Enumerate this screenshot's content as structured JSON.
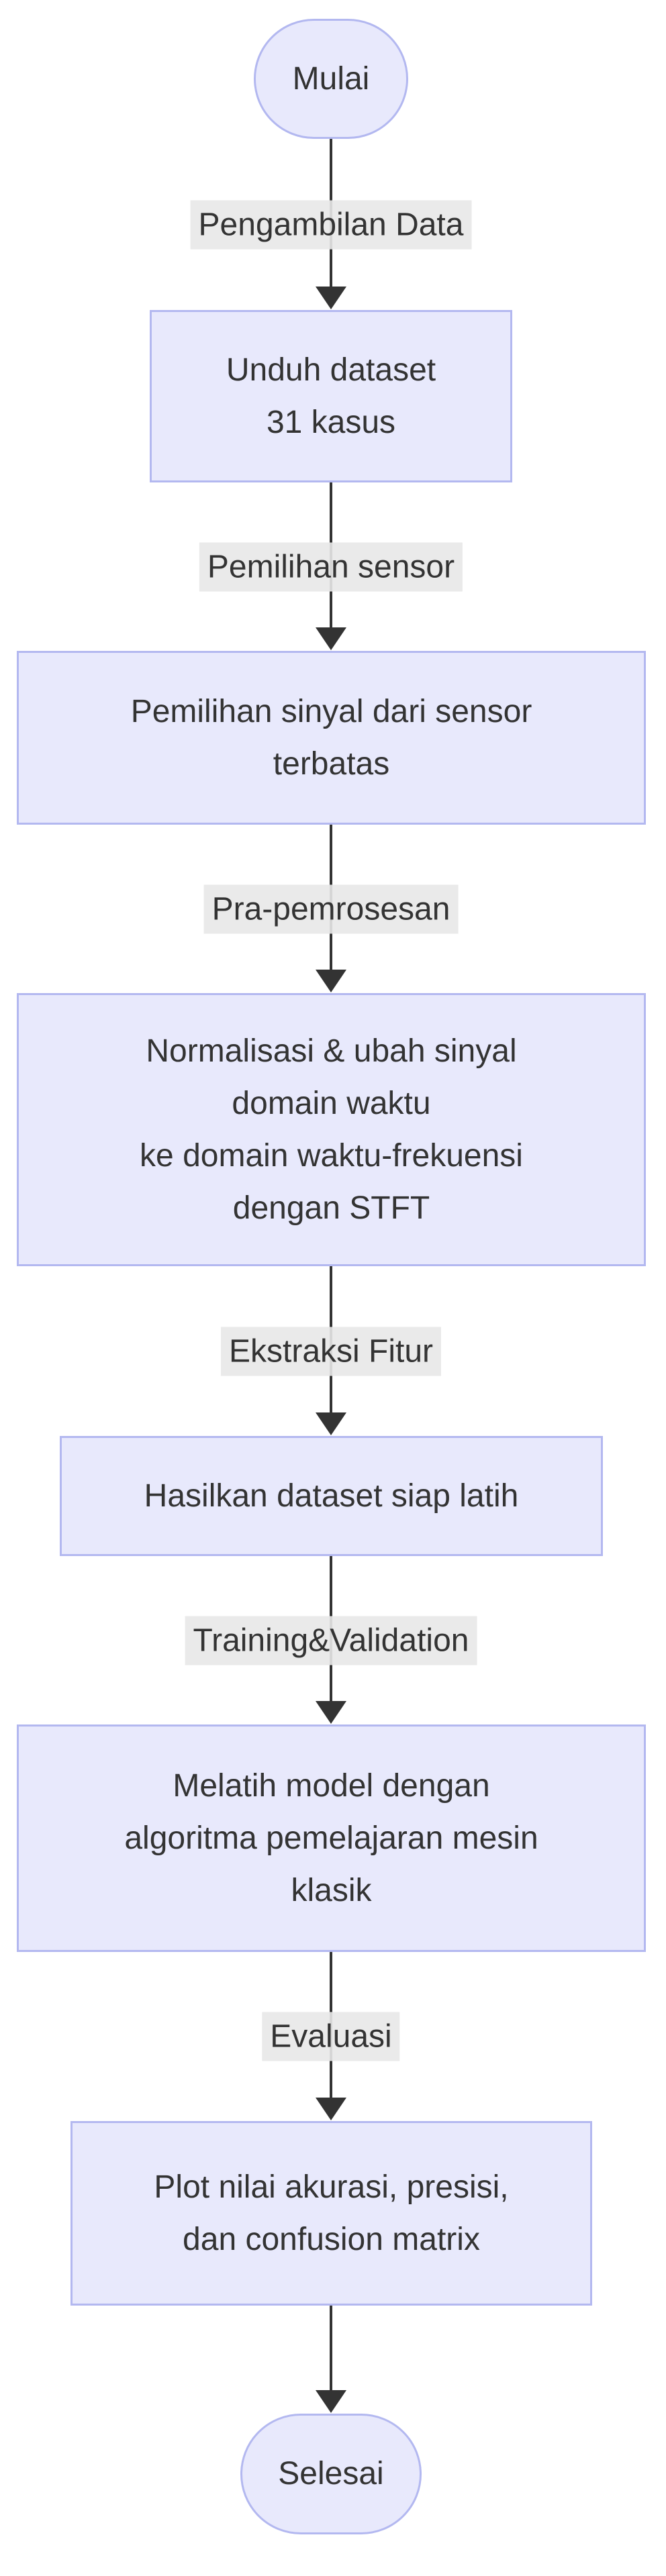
{
  "diagram": {
    "type": "flowchart",
    "direction": "top-down",
    "nodes": [
      {
        "id": "start",
        "shape": "stadium",
        "lines": [
          "Mulai"
        ]
      },
      {
        "id": "unduh",
        "shape": "rect",
        "lines": [
          "Unduh dataset",
          "31 kasus"
        ]
      },
      {
        "id": "pemilihan",
        "shape": "rect",
        "lines": [
          "Pemilihan sinyal dari sensor",
          "terbatas"
        ]
      },
      {
        "id": "normalisasi",
        "shape": "rect",
        "lines": [
          "Normalisasi & ubah sinyal",
          "domain waktu",
          "ke domain waktu-frekuensi",
          "dengan STFT"
        ]
      },
      {
        "id": "hasilkan",
        "shape": "rect",
        "lines": [
          "Hasilkan dataset siap latih"
        ]
      },
      {
        "id": "melatih",
        "shape": "rect",
        "lines": [
          "Melatih model dengan",
          "algoritma pemelajaran mesin",
          "klasik"
        ]
      },
      {
        "id": "plot",
        "shape": "rect",
        "lines": [
          "Plot nilai akurasi, presisi,",
          "dan confusion matrix"
        ]
      },
      {
        "id": "end",
        "shape": "stadium",
        "lines": [
          "Selesai"
        ]
      }
    ],
    "edges": [
      {
        "from": "start",
        "to": "unduh",
        "label": "Pengambilan Data"
      },
      {
        "from": "unduh",
        "to": "pemilihan",
        "label": "Pemilihan sensor"
      },
      {
        "from": "pemilihan",
        "to": "normalisasi",
        "label": "Pra-pemrosesan"
      },
      {
        "from": "normalisasi",
        "to": "hasilkan",
        "label": "Ekstraksi Fitur"
      },
      {
        "from": "hasilkan",
        "to": "melatih",
        "label": "Training&Validation"
      },
      {
        "from": "melatih",
        "to": "plot",
        "label": "Evaluasi"
      },
      {
        "from": "plot",
        "to": "end",
        "label": ""
      }
    ],
    "colors": {
      "background": "#FFFFFF",
      "node_fill": "#E8E9FC",
      "node_border": "#B3B8F0",
      "edge_line": "#333333",
      "arrowhead": "#333333",
      "edge_label_bg": "#E8E8E8",
      "text": "#333333"
    }
  }
}
